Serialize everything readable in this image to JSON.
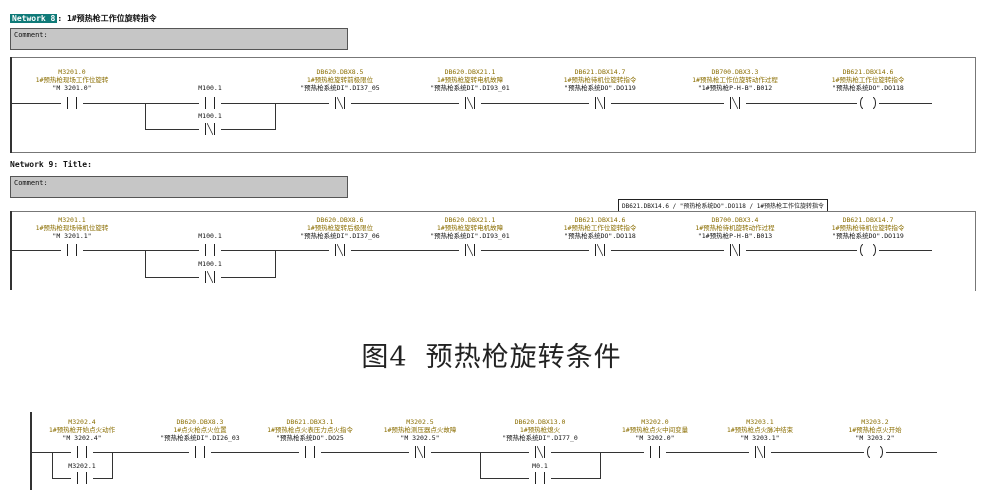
{
  "networks": [
    {
      "title_badge": "Network 8",
      "title_text": ": 1#预热枪工作位旋转指令",
      "comment_label": "Comment:",
      "elements": [
        {
          "addr": "M3201.0",
          "cmt": "1#预热枪现场工作位旋转",
          "sym": "\"M    3201.0\""
        },
        {
          "addr": "",
          "cmt": "",
          "sym": "M100.1"
        },
        {
          "addr": "DB620.DBX8.5",
          "cmt": "1#预热枪旋转前极限位",
          "sym": "\"预热枪系统DI\".DI37_05"
        },
        {
          "addr": "DB620.DBX21.1",
          "cmt": "1#预热枪旋转电机故障",
          "sym": "\"预热枪系统DI\".DI93_01"
        },
        {
          "addr": "DB621.DBX14.7",
          "cmt": "1#预热枪待机位旋转指令",
          "sym": "\"预热枪系统DO\".DO119"
        },
        {
          "addr": "DB700.DBX3.3",
          "cmt": "1#预热枪工作位旋转动作过程",
          "sym": "\"1#预热枪P-H-B\".B012"
        },
        {
          "addr": "DB621.DBX14.6",
          "cmt": "1#预热枪工作位旋转指令",
          "sym": "\"预热枪系统DO\".DO118"
        }
      ],
      "branch_sym": "M100.1"
    },
    {
      "title_badge": "Network 9",
      "title_text": ": Title:",
      "comment_label": "Comment:",
      "tooltip": "DB621.DBX14.6 / \"预热枪系统DO\".DO118 / 1#预热枪工作位旋转指令",
      "elements": [
        {
          "addr": "M3201.1",
          "cmt": "1#预热枪现场待机位旋转",
          "sym": "\"M    3201.1\""
        },
        {
          "addr": "",
          "cmt": "",
          "sym": "M100.1"
        },
        {
          "addr": "DB620.DBX8.6",
          "cmt": "1#预热枪旋转后极限位",
          "sym": "\"预热枪系统DI\".DI37_06"
        },
        {
          "addr": "DB620.DBX21.1",
          "cmt": "1#预热枪旋转电机故障",
          "sym": "\"预热枪系统DI\".DI93_01"
        },
        {
          "addr": "DB621.DBX14.6",
          "cmt": "1#预热枪工作位旋转指令",
          "sym": "\"预热枪系统DO\".DO118"
        },
        {
          "addr": "DB700.DBX3.4",
          "cmt": "1#预热枪待机旋转动作过程",
          "sym": "\"1#预热枪P-H-B\".B013"
        },
        {
          "addr": "DB621.DBX14.7",
          "cmt": "1#预热枪待机位旋转指令",
          "sym": "\"预热枪系统DO\".DO119"
        }
      ],
      "branch_sym": "M100.1"
    }
  ],
  "caption": {
    "fig": "图4",
    "text": "预热枪旋转条件"
  },
  "network_bottom": {
    "elements": [
      {
        "addr": "M3202.4",
        "cmt": "1#预热枪开始点火动作",
        "sym": "\"M    3202.4\""
      },
      {
        "addr": "DB620.DBX8.3",
        "cmt": "1#点火枪点火位置",
        "sym": "\"预热枪系统DI\".DI26_03"
      },
      {
        "addr": "DB621.DBX3.1",
        "cmt": "1#预热枪点火表压力点火指令",
        "sym": "\"预热枪系统DO\".DO25"
      },
      {
        "addr": "M3202.5",
        "cmt": "1#预热枪测压器点火故障",
        "sym": "\"M    3202.5\""
      },
      {
        "addr": "DB620.DBX13.0",
        "cmt": "1#预热枪熄火",
        "sym": "\"预热枪系统DI\".DI77_0"
      },
      {
        "addr": "M3202.0",
        "cmt": "1#预热枪点火中间变量",
        "sym": "\"M    3202.0\""
      },
      {
        "addr": "M3203.1",
        "cmt": "1#预热枪点火脉冲结束",
        "sym": "\"M    3203.1\""
      },
      {
        "addr": "M3203.2",
        "cmt": "1#预热枪点火开始",
        "sym": "\"M    3203.2\""
      }
    ],
    "branch1_sym": "M3202.1",
    "branch2_sym": "M0.1"
  }
}
